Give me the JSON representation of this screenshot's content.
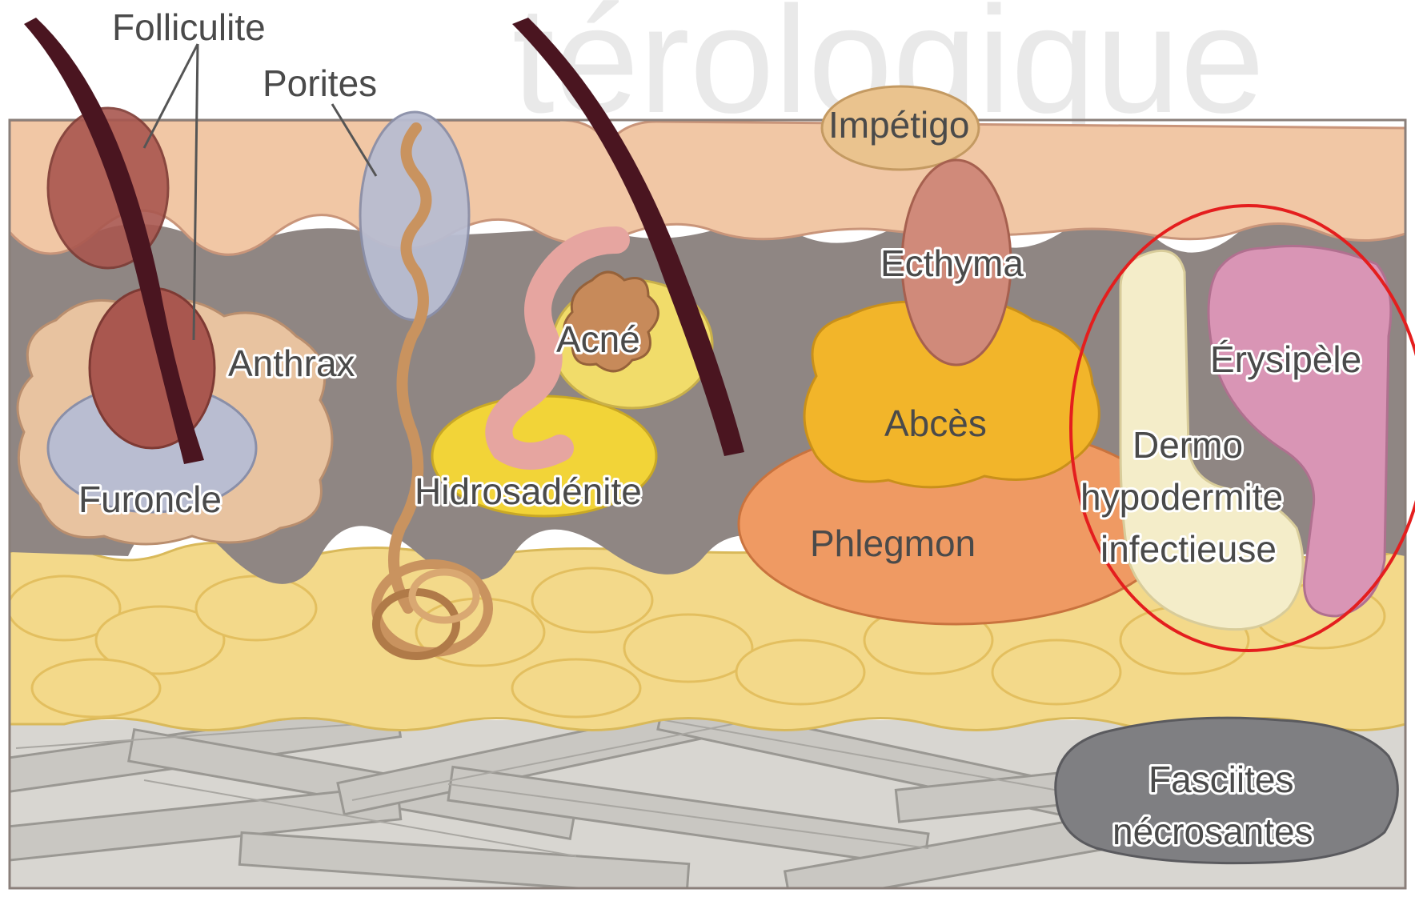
{
  "background_text": "térologique",
  "labels": {
    "folliculite": "Folliculite",
    "porites": "Porites",
    "anthrax": "Anthrax",
    "furoncle": "Furoncle",
    "acne": "Acné",
    "hidrosadenite": "Hidrosadénite",
    "impetigo": "Impétigo",
    "ecthyma": "Ecthyma",
    "abces": "Abcès",
    "phlegmon": "Phlegmon",
    "erysipele": "Érysipèle",
    "dermo_line1": "Dermo",
    "dermo_line2": "hypodermite",
    "dermo_line3": "infectieuse",
    "fasciites_line1": "Fasciites",
    "fasciites_line2": "nécrosantes"
  },
  "colors": {
    "epidermis": "#f1c7a5",
    "dermis": "#8f8683",
    "hypodermis": "#f3d98a",
    "muscle": "#c9c7c2",
    "hair": "#4a1520",
    "highlight_circle": "#e41e1e"
  }
}
